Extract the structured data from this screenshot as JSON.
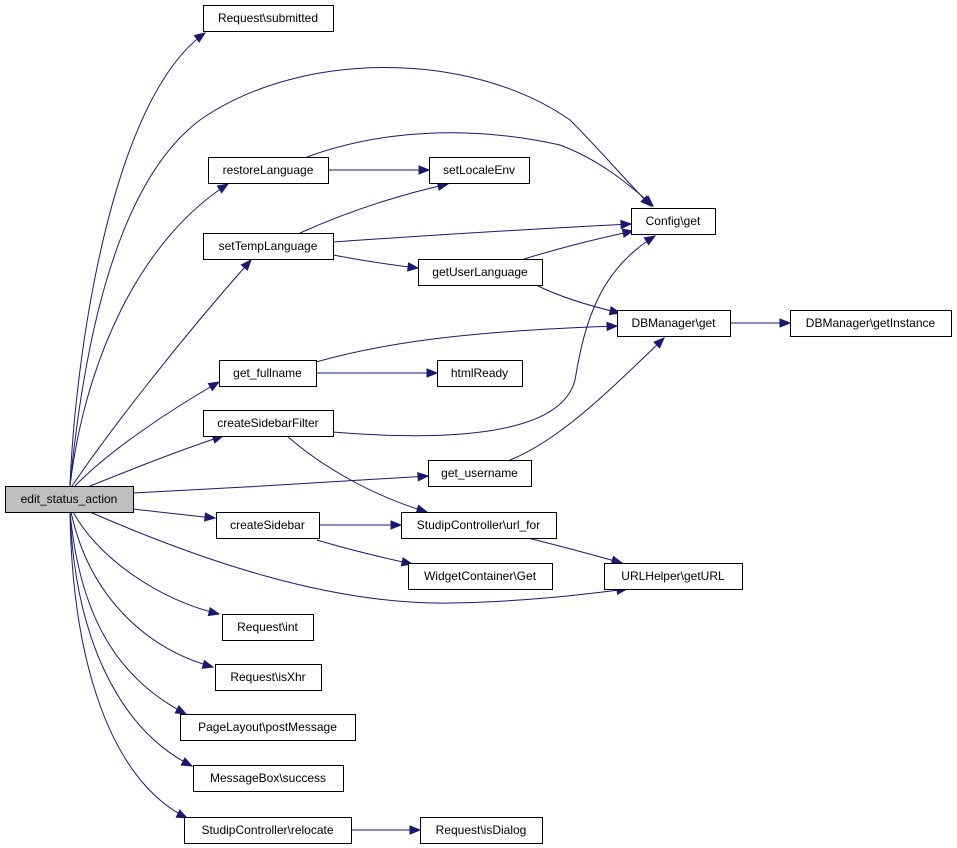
{
  "graph": {
    "nodes": [
      {
        "id": "edit_status_action",
        "label": "edit_status_action",
        "root": true
      },
      {
        "id": "request_submitted",
        "label": "Request\\submitted"
      },
      {
        "id": "restore_language",
        "label": "restoreLanguage"
      },
      {
        "id": "set_locale_env",
        "label": "setLocaleEnv"
      },
      {
        "id": "config_get",
        "label": "Config\\get"
      },
      {
        "id": "set_temp_language",
        "label": "setTempLanguage"
      },
      {
        "id": "get_user_language",
        "label": "getUserLanguage"
      },
      {
        "id": "dbmanager_get",
        "label": "DBManager\\get"
      },
      {
        "id": "dbmanager_getinstance",
        "label": "DBManager\\getInstance"
      },
      {
        "id": "get_fullname",
        "label": "get_fullname"
      },
      {
        "id": "html_ready",
        "label": "htmlReady"
      },
      {
        "id": "create_sidebar_filter",
        "label": "createSidebarFilter"
      },
      {
        "id": "get_username",
        "label": "get_username"
      },
      {
        "id": "create_sidebar",
        "label": "createSidebar"
      },
      {
        "id": "studip_url_for",
        "label": "StudipController\\url_for"
      },
      {
        "id": "widget_container_get",
        "label": "WidgetContainer\\Get"
      },
      {
        "id": "urlhelper_geturl",
        "label": "URLHelper\\getURL"
      },
      {
        "id": "request_int",
        "label": "Request\\int"
      },
      {
        "id": "request_isxhr",
        "label": "Request\\isXhr"
      },
      {
        "id": "pagelayout_postmessage",
        "label": "PageLayout\\postMessage"
      },
      {
        "id": "messagebox_success",
        "label": "MessageBox\\success"
      },
      {
        "id": "studip_relocate",
        "label": "StudipController\\relocate"
      },
      {
        "id": "request_isdialog",
        "label": "Request\\isDialog"
      }
    ],
    "edges": [
      {
        "from": "edit_status_action",
        "to": "request_submitted"
      },
      {
        "from": "edit_status_action",
        "to": "config_get"
      },
      {
        "from": "edit_status_action",
        "to": "restore_language"
      },
      {
        "from": "edit_status_action",
        "to": "set_temp_language"
      },
      {
        "from": "edit_status_action",
        "to": "get_fullname"
      },
      {
        "from": "edit_status_action",
        "to": "create_sidebar_filter"
      },
      {
        "from": "edit_status_action",
        "to": "get_username"
      },
      {
        "from": "edit_status_action",
        "to": "create_sidebar"
      },
      {
        "from": "edit_status_action",
        "to": "urlhelper_geturl"
      },
      {
        "from": "edit_status_action",
        "to": "request_int"
      },
      {
        "from": "edit_status_action",
        "to": "request_isxhr"
      },
      {
        "from": "edit_status_action",
        "to": "pagelayout_postmessage"
      },
      {
        "from": "edit_status_action",
        "to": "messagebox_success"
      },
      {
        "from": "edit_status_action",
        "to": "studip_relocate"
      },
      {
        "from": "restore_language",
        "to": "config_get"
      },
      {
        "from": "restore_language",
        "to": "set_locale_env"
      },
      {
        "from": "set_temp_language",
        "to": "set_locale_env"
      },
      {
        "from": "set_temp_language",
        "to": "config_get"
      },
      {
        "from": "set_temp_language",
        "to": "get_user_language"
      },
      {
        "from": "get_user_language",
        "to": "config_get"
      },
      {
        "from": "get_user_language",
        "to": "dbmanager_get"
      },
      {
        "from": "dbmanager_get",
        "to": "dbmanager_getinstance"
      },
      {
        "from": "get_fullname",
        "to": "dbmanager_get"
      },
      {
        "from": "get_fullname",
        "to": "html_ready"
      },
      {
        "from": "create_sidebar_filter",
        "to": "config_get"
      },
      {
        "from": "create_sidebar_filter",
        "to": "studip_url_for"
      },
      {
        "from": "get_username",
        "to": "dbmanager_get"
      },
      {
        "from": "create_sidebar",
        "to": "studip_url_for"
      },
      {
        "from": "create_sidebar",
        "to": "widget_container_get"
      },
      {
        "from": "studip_url_for",
        "to": "urlhelper_geturl"
      },
      {
        "from": "studip_relocate",
        "to": "request_isdialog"
      }
    ]
  }
}
